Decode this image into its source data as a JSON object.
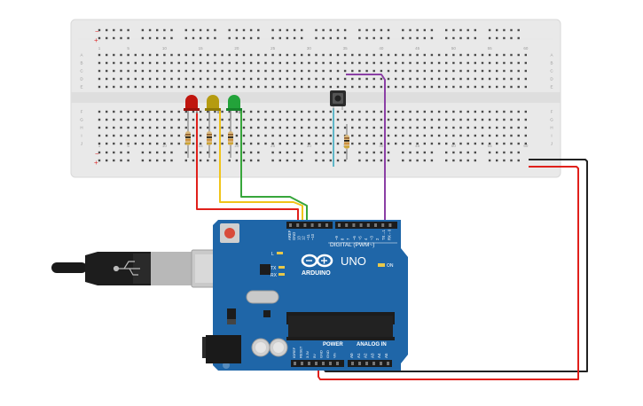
{
  "breadboard": {
    "column_numbers": [
      "1",
      "5",
      "10",
      "15",
      "20",
      "25",
      "30",
      "35",
      "40",
      "45",
      "50",
      "55",
      "60"
    ],
    "row_letters_top": [
      "A",
      "B",
      "C",
      "D",
      "E"
    ],
    "row_letters_bottom": [
      "F",
      "G",
      "H",
      "I",
      "J"
    ],
    "rail_minus": "−",
    "rail_plus": "+"
  },
  "leds": [
    {
      "color": "#c0150e",
      "name": "red"
    },
    {
      "color": "#b59b10",
      "name": "yellow"
    },
    {
      "color": "#23a33a",
      "name": "green"
    }
  ],
  "wires": {
    "red": "#e0201b",
    "yellow": "#f0c419",
    "green": "#37a63b",
    "purple": "#8b3fa5",
    "black": "#222222",
    "cyan": "#5fb6c7"
  },
  "arduino": {
    "board_color": "#1f66a8",
    "logo_text": "ARDUINO",
    "model": "UNO",
    "digital_label": "DIGITAL (PWM~)",
    "power_label": "POWER",
    "analog_label": "ANALOG IN",
    "on_label": "ON",
    "tx_label": "TX",
    "rx_label": "RX",
    "l_label": "L",
    "top_pin_labels": [
      "AREF",
      "GND",
      "13",
      "12",
      "~11",
      "~10",
      "~9",
      "8",
      "7",
      "~6",
      "~5",
      "4",
      "~3",
      "2",
      "TX→1",
      "RX←0"
    ],
    "power_pin_labels": [
      "IOREF",
      "RESET",
      "3.3V",
      "5V",
      "GND",
      "GND",
      "Vin"
    ],
    "analog_pin_labels": [
      "A0",
      "A1",
      "A2",
      "A3",
      "A4",
      "A5"
    ]
  }
}
